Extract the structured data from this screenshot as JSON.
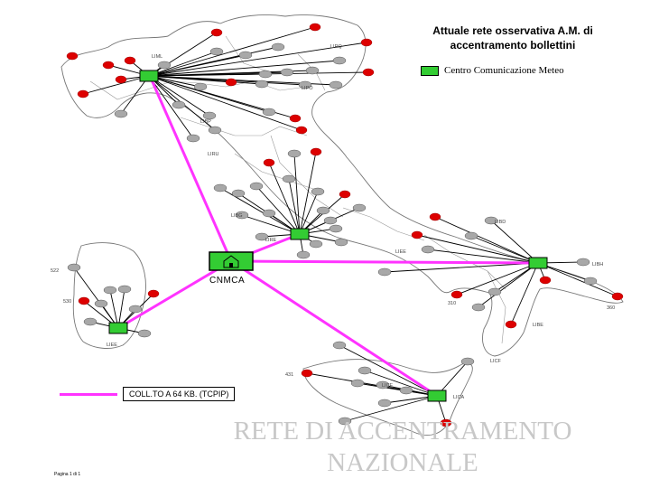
{
  "title_line1": "Attuale rete osservativa A.M. di",
  "title_line2": "accentramento bollettini",
  "legend_center_label": "Centro Comunicazione Meteo",
  "legend_link_label": "COLL.TO A 64 KB. (TCPIP)",
  "central_node_label": "CNMCA",
  "footer_line1": "RETE DI ACCENTRAMENTO",
  "footer_line2": "NAZIONALE",
  "small_note": "Pagina 1 di 1",
  "colors": {
    "link": "#ff33ff",
    "center": "#33cc33",
    "station_red": "#dd0000",
    "station_grey": "#a8a8a8",
    "footer_text": "#c8c8c8"
  },
  "station_codes": [
    "LIML",
    "LIRQ",
    "LIPO",
    "LIBP",
    "LIRU",
    "LIBG",
    "LIRE",
    "LIBD",
    "LIEE",
    "LIBH",
    "LICF",
    "LICE",
    "LICA",
    "LIEO",
    "LIRN",
    "LIBE"
  ]
}
